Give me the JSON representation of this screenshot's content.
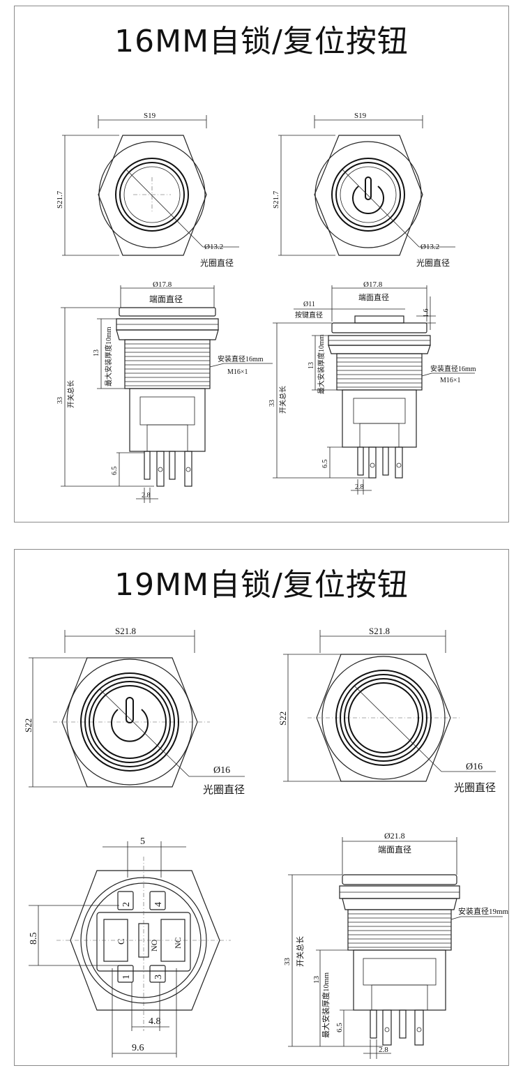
{
  "panel_16": {
    "title": "16MM自锁/复位按钮",
    "top_left": {
      "width": "S19",
      "height": "S21.7",
      "dia": "Ø13.2",
      "dia_label": "光圈直径"
    },
    "top_right": {
      "width": "S19",
      "height": "S21.7",
      "dia": "Ø13.2",
      "dia_label": "光圈直径"
    },
    "side_left": {
      "face_dia": "Ø17.8",
      "face_label": "端面直径",
      "max_thick": "13",
      "max_thick_label": "最大安装厚度10mm",
      "total_len": "33",
      "total_label": "开关总长",
      "mount_label": "安装直径16mm",
      "thread": "M16×1",
      "pin_len": "6.5",
      "pin_w": "2.8"
    },
    "side_right": {
      "face_dia": "Ø17.8",
      "face_label": "端面直径",
      "key_dia": "Ø11",
      "key_label": "按键直径",
      "h": "1.6",
      "max_thick": "13",
      "max_thick_label": "最大安装厚度10mm",
      "total_len": "33",
      "total_label": "开关总长",
      "mount_label": "安装直径16mm",
      "thread": "M16×1",
      "pin_len": "6.5",
      "pin_w": "2.8"
    }
  },
  "panel_19": {
    "title": "19MM自锁/复位按钮",
    "top_left": {
      "width": "S21.8",
      "height": "S22",
      "dia": "Ø16",
      "dia_label": "光圈直径"
    },
    "top_right": {
      "width": "S21.8",
      "height": "S22",
      "dia": "Ø16",
      "dia_label": "光圈直径"
    },
    "bottom_view": {
      "top_dim": "5",
      "left_dim": "8.5",
      "bottom_dim1": "4.8",
      "bottom_dim2": "9.6",
      "pins": [
        "2",
        "4",
        "1",
        "3"
      ],
      "c_label": "C",
      "nc_label": "NC",
      "no_label": "NO"
    },
    "side": {
      "face_dia": "Ø21.8",
      "face_label": "端面直径",
      "mount_label": "安装直径19mm",
      "total_len": "33",
      "total_label": "开关总长",
      "max_thick": "13",
      "max_thick_label": "最大安装厚度10mm",
      "pin_len": "6.5",
      "pin_w": "2.8"
    }
  }
}
